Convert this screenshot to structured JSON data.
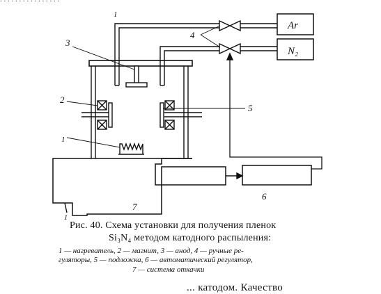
{
  "top_fragment": ". . .  . . . . . . . . . . . . .",
  "gases": {
    "argon": "Ar",
    "nitrogen": "N₂"
  },
  "labels": {
    "l1": "1",
    "l2": "2",
    "l3": "3",
    "l4": "4",
    "l5": "5",
    "l6": "6",
    "l7": "7",
    "l_top": "1",
    "l_bottom": "1"
  },
  "caption": {
    "line1": "Рис. 40. Схема установки для получения пленок",
    "line2": "Si₃N₄ методом катодного распыления:",
    "legend1": "1 — нагреватель,  2 — магнит,  3 — анод,  4 — ручные ре-",
    "legend2": "гуляторы,  5 — подложка,  6 — автоматический регулятор,",
    "legend3": "7 — система откачки"
  },
  "body_text": "... катодом. Качество"
}
